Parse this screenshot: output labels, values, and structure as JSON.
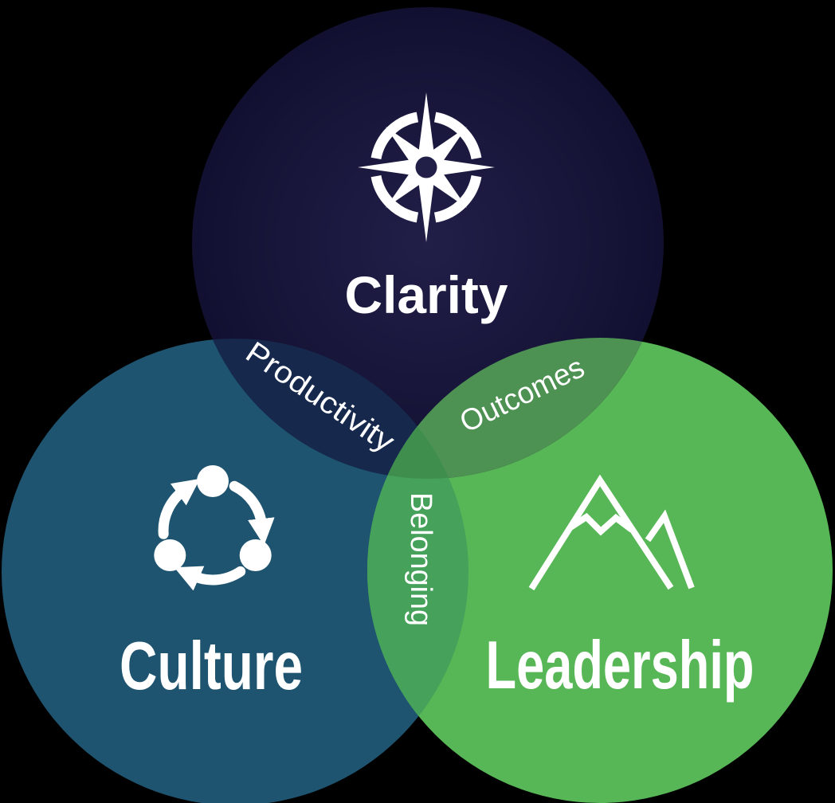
{
  "diagram": {
    "type": "venn",
    "background_color": "#000000",
    "text_color": "#ffffff",
    "circles": {
      "clarity": {
        "label": "Clarity",
        "icon": "compass",
        "color_center": "#211f48",
        "color_edge": "#121031"
      },
      "culture": {
        "label": "Culture",
        "icon": "cycle-arrows",
        "color": "#1e5470"
      },
      "leadership": {
        "label": "Leadership",
        "icon": "mountain",
        "color": "#57b655"
      }
    },
    "overlaps": {
      "clarity_culture": {
        "label": "Productivity",
        "color": "#16294c"
      },
      "clarity_leadership": {
        "label": "Outcomes",
        "color": "#4d9153"
      },
      "culture_leadership": {
        "label": "Belonging",
        "color": "#46a15a"
      },
      "center": {
        "color": "#3f8e4e"
      }
    }
  }
}
